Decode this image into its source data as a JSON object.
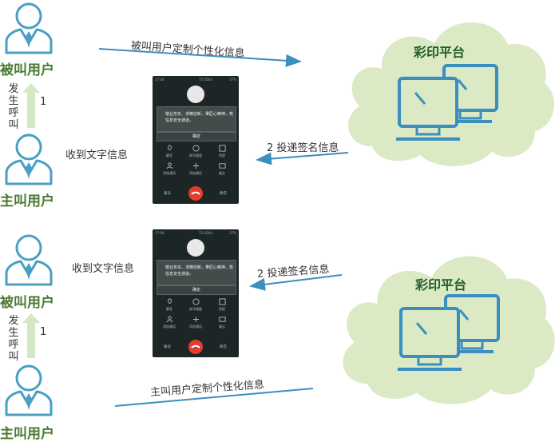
{
  "top": {
    "callee_label": "被叫用户",
    "caller_label": "主叫用户",
    "call_vertical_text": "发生呼叫",
    "call_step": "1",
    "customize_text": "被叫用户定制个性化信息",
    "received_text": "收到文字信息",
    "push_text": "2 投递签名信息",
    "platform_title": "彩印平台"
  },
  "bottom": {
    "callee_label": "被叫用户",
    "caller_label": "主叫用户",
    "call_vertical_text": "发生呼叫",
    "call_step": "1",
    "customize_text": "主叫用户定制个性化信息",
    "received_text": "收到文字信息",
    "push_text": "2 投递签名信息",
    "platform_title": "彩印平台"
  },
  "phone": {
    "time": "17:00",
    "network": "75.05K/s",
    "battery": "37%",
    "message": "敬业务实、求精创新，秉匠心精神，筑信息安全通道。",
    "ok_label": "确定",
    "actions": [
      "静音",
      "拨号键盘",
      "免提",
      "添加通话",
      "添加通话",
      "备忘"
    ],
    "footer_left": "拨号",
    "footer_right": "静音"
  },
  "colors": {
    "user_icon": "#4a9fc4",
    "label_green": "#4a7a32",
    "arrow_blue": "#3a8fbf",
    "cloud_fill": "#dbe9c4",
    "monitor": "#3a8fbf",
    "up_arrow": "#d5e8c4"
  },
  "icons": [
    "user-icon",
    "monitor-icon",
    "cloud-icon",
    "hangup-icon"
  ]
}
